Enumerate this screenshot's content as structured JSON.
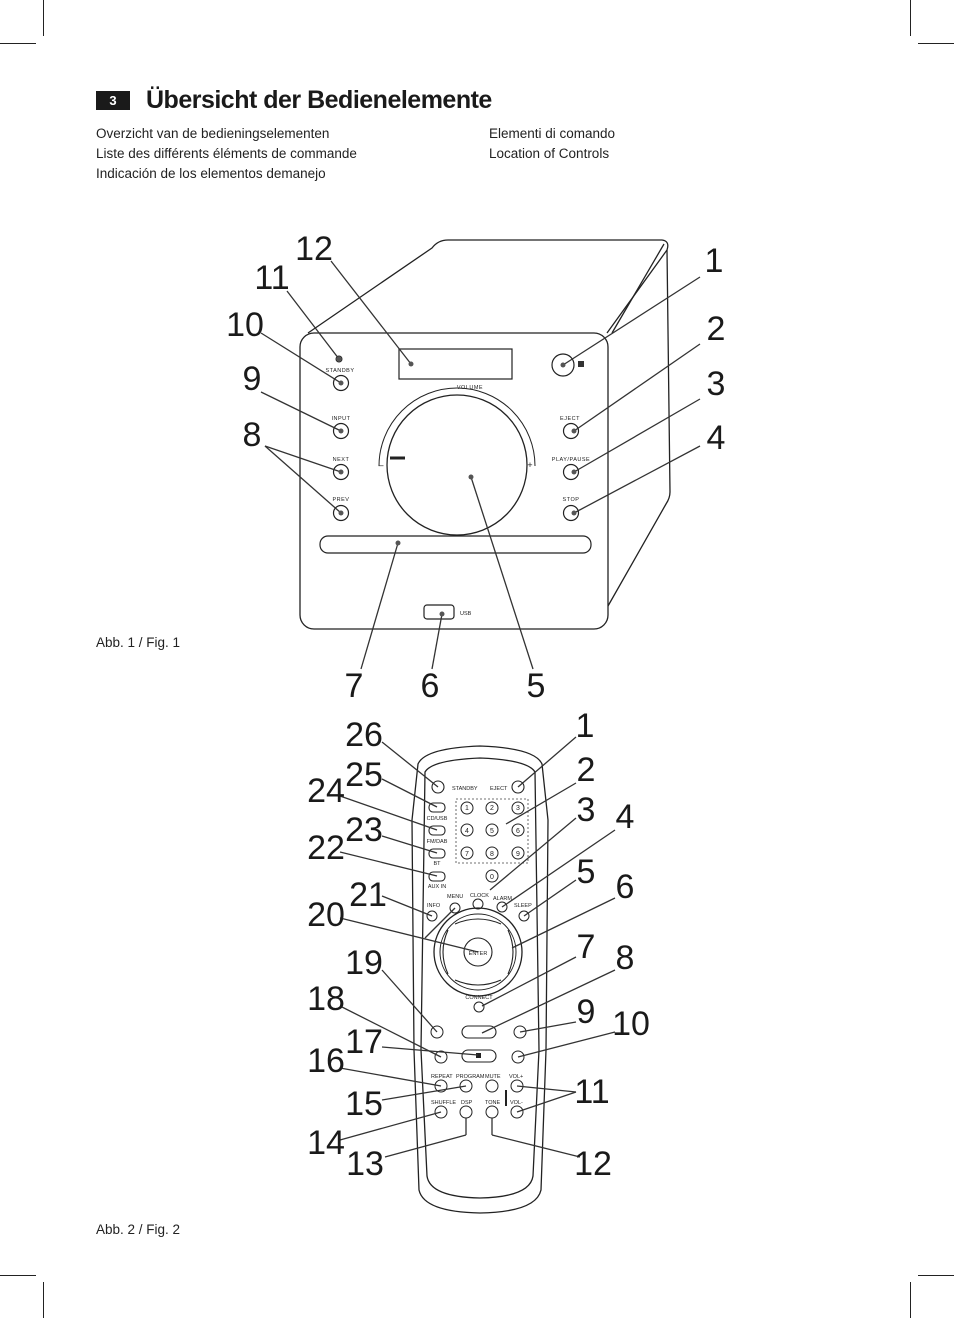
{
  "page": {
    "number": "3",
    "title": "Übersicht der Bedienelemente",
    "subtitles_left": [
      "Overzicht van de bedieningselementen",
      "Liste des différents éléments de commande",
      "Indicación de los elementos demanejo"
    ],
    "subtitles_right": [
      "Elementi di comando",
      "Location of Controls"
    ]
  },
  "fig1": {
    "caption": "Abb. 1 / Fig. 1",
    "labels": {
      "standby": "STANDBY",
      "input": "INPUT",
      "next": "NEXT",
      "prev": "PREV",
      "eject": "EJECT",
      "play_pause": "PLAY/PAUSE",
      "stop": "STOP",
      "volume": "VOLUME",
      "usb": "USB",
      "minus": "–",
      "plus": "+"
    },
    "callouts": [
      "1",
      "2",
      "3",
      "4",
      "5",
      "6",
      "7",
      "8",
      "9",
      "10",
      "11",
      "12"
    ]
  },
  "fig2": {
    "caption": "Abb. 2 / Fig. 2",
    "labels": {
      "standby": "STANDBY",
      "eject": "EJECT",
      "cd_usb": "CD/USB",
      "fm_dab": "FM/DAB",
      "bt": "BT",
      "aux_in": "AUX IN",
      "clock": "CLOCK",
      "alarm": "ALARM",
      "menu": "MENU",
      "info": "INFO",
      "sleep": "SLEEP",
      "enter": "ENTER",
      "connect": "CONNECT",
      "repeat": "REPEAT",
      "program": "PROGRAM",
      "mute": "MUTE",
      "shuffle": "SHUFFLE",
      "dsp": "DSP",
      "tone": "TONE",
      "vol_plus": "VOL+",
      "vol_minus": "VOL-"
    },
    "keypad": [
      "1",
      "2",
      "3",
      "4",
      "5",
      "6",
      "7",
      "8",
      "9",
      "0"
    ],
    "callouts": [
      "1",
      "2",
      "3",
      "4",
      "5",
      "6",
      "7",
      "8",
      "9",
      "10",
      "11",
      "12",
      "13",
      "14",
      "15",
      "16",
      "17",
      "18",
      "19",
      "20",
      "21",
      "22",
      "23",
      "24",
      "25",
      "26"
    ]
  }
}
